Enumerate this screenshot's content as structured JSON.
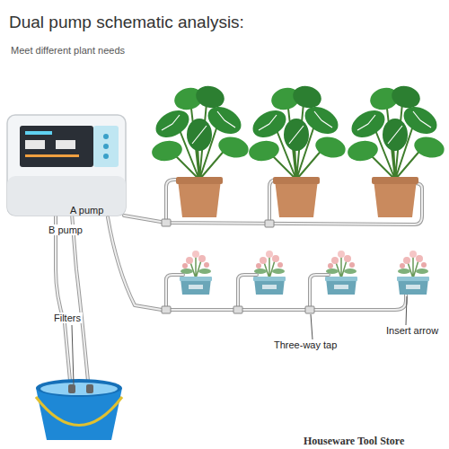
{
  "diagram": {
    "title": "Dual pump schematic analysis:",
    "labels": [
      "Meet different plant needs",
      "A pump",
      "B pump",
      "Filters",
      "Three-way tap",
      "Insert arrow",
      "Houseware Tool Store"
    ]
  }
}
